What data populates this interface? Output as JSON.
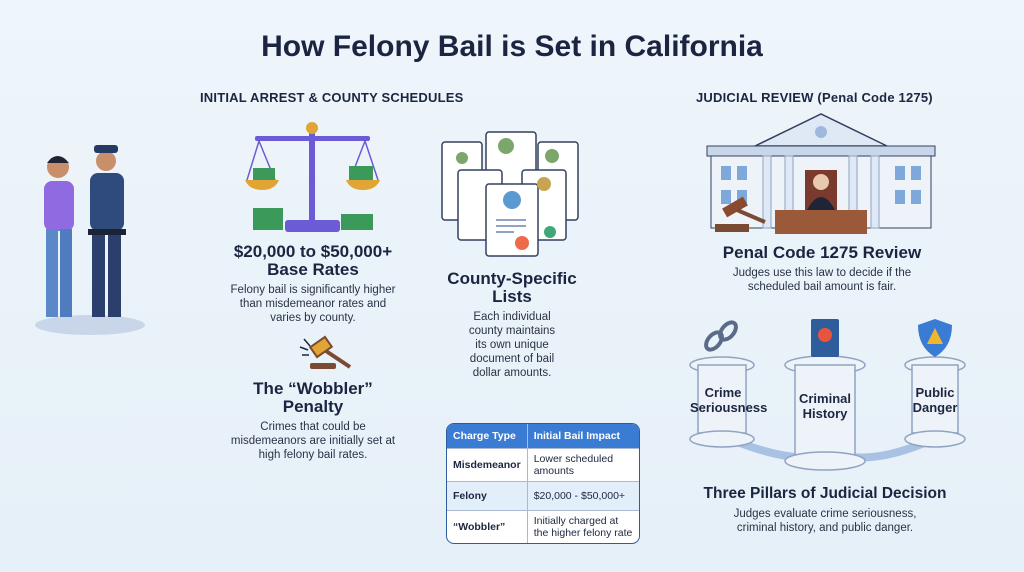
{
  "title": "How Felony Bail is Set in California",
  "left_section": {
    "header": "INITIAL ARREST & COUNTY SCHEDULES",
    "base_rates": {
      "heading_line1": "$20,000 to $50,000+",
      "heading_line2": "Base Rates",
      "desc": "Felony bail is significantly higher than misdemeanor rates and varies by county."
    },
    "wobbler": {
      "heading_line1": "The “Wobbler”",
      "heading_line2": "Penalty",
      "desc": "Crimes that could be misdemeanors are initially set at high felony bail rates."
    },
    "county": {
      "heading_line1": "County-Specific",
      "heading_line2": "Lists",
      "desc": "Each individual county maintains its own unique document of bail dollar amounts."
    },
    "table": {
      "headers": [
        "Charge Type",
        "Initial Bail Impact"
      ],
      "rows": [
        [
          "Misdemeanor",
          "Lower scheduled amounts"
        ],
        [
          "Felony",
          "$20,000 - $50,000+"
        ],
        [
          "“Wobbler”",
          "Initially charged at the higher felony rate"
        ]
      ]
    }
  },
  "right_section": {
    "header": "JUDICIAL REVIEW (Penal Code 1275)",
    "review": {
      "heading": "Penal Code 1275 Review",
      "desc": "Judges use this law to decide if the scheduled bail amount is fair."
    },
    "pillars": [
      {
        "label": "Crime Seriousness"
      },
      {
        "label": "Criminal History"
      },
      {
        "label": "Public Danger"
      }
    ],
    "pillars_section": {
      "heading": "Three Pillars of Judicial Decision",
      "desc": "Judges evaluate crime seriousness, criminal history, and public danger."
    }
  },
  "colors": {
    "accent": "#3a7cd3",
    "navy": "#1b2440",
    "purple": "#6b5bd6",
    "money": "#3b9a5a"
  }
}
